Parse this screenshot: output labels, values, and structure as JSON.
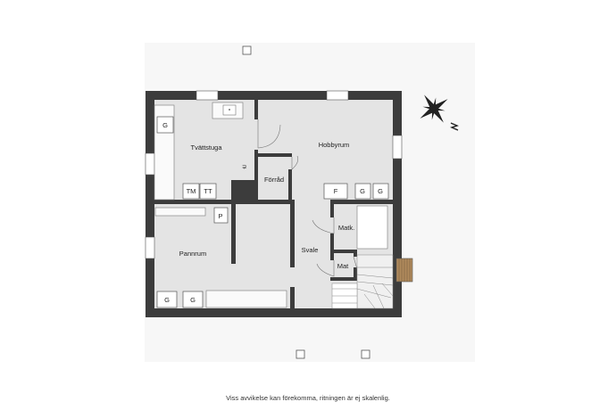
{
  "rooms": {
    "tvattstuga": "Tvättstuga",
    "hobbyrum": "Hobbyrum",
    "forrad": "Förråd",
    "pannrum": "Pannrum",
    "svale": "Svale",
    "matk": "Matk.",
    "mat": "Mat"
  },
  "fixtures": {
    "g": "G",
    "tm": "TM",
    "tt": "TT",
    "f": "F",
    "p": "P"
  },
  "disclaimer": "Viss avvikelse kan förekomma, ritningen är ej skalenlig.",
  "colors": {
    "wall": "#3c3c3c",
    "floor": "#e4e4e4",
    "surround": "#f7f7f7",
    "stair_wood": "#b08a5c"
  },
  "icons": [
    "compass-icon",
    "window-icon",
    "door-swing-icon",
    "sink-icon",
    "drain-icon",
    "stair-icon"
  ]
}
